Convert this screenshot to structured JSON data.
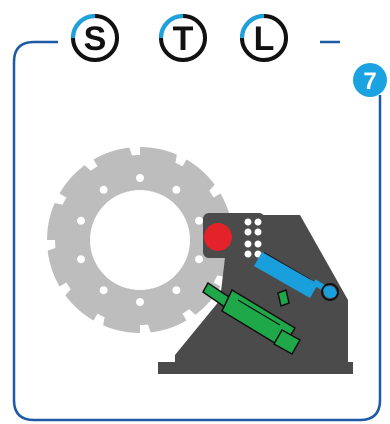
{
  "badges": [
    {
      "letter": "S"
    },
    {
      "letter": "T"
    },
    {
      "letter": "L"
    }
  ],
  "step_number": "7",
  "colors": {
    "frame_blue": "#1f5aa8",
    "badge_ring_blue": "#1aa3e0",
    "disc_gray": "#bdbdbd",
    "base_dark": "#4b4b4b",
    "indicator_red": "#e32229",
    "cylinder_blue": "#19a0dc",
    "tool_green": "#1ea84a"
  },
  "icons": {
    "disc": "toothed-disc-icon",
    "machine": "machine-base-icon",
    "cylinder": "hydraulic-cylinder-icon",
    "tool": "green-tool-icon",
    "light": "red-indicator-icon"
  }
}
